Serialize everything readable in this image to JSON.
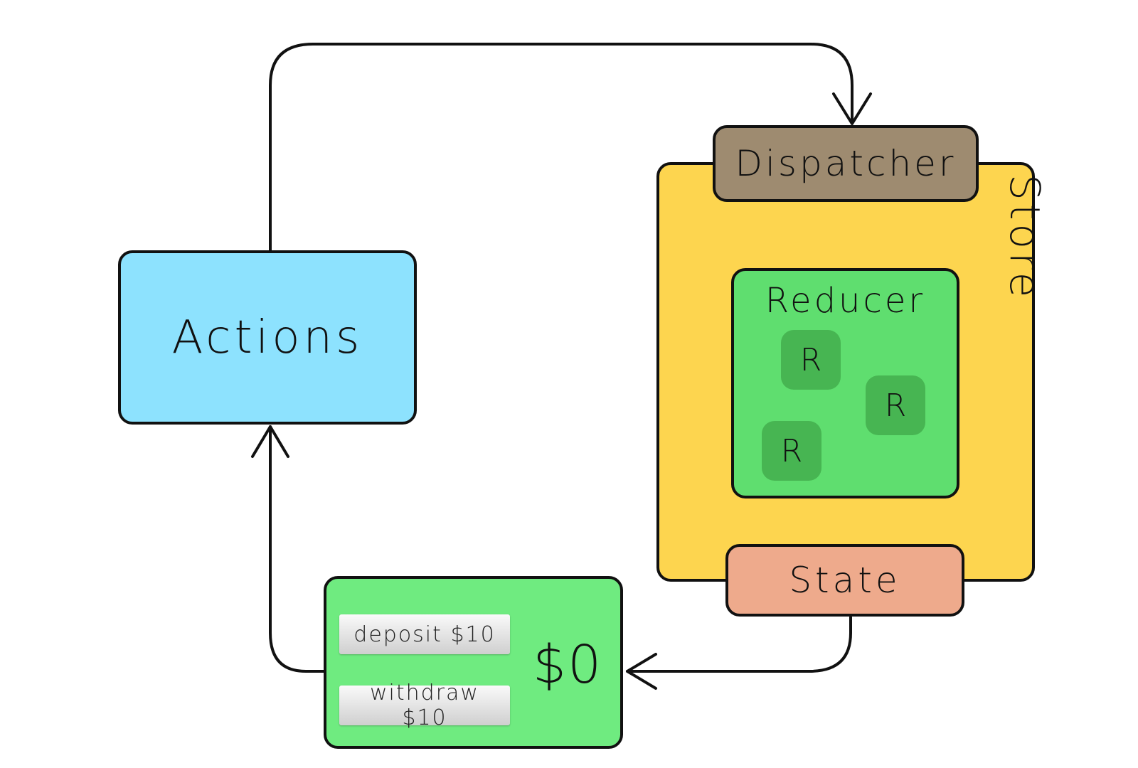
{
  "diagram": {
    "actions": {
      "label": "Actions"
    },
    "store": {
      "label": "Store"
    },
    "dispatcher": {
      "label": "Dispatcher"
    },
    "reducer": {
      "label": "Reducer",
      "chips": [
        "R",
        "R",
        "R"
      ]
    },
    "state": {
      "label": "State"
    },
    "view": {
      "deposit_label": "deposit $10",
      "withdraw_label": "withdraw $10",
      "balance": "$0"
    }
  },
  "colors": {
    "actions": "#8de2fe",
    "store": "#fdd54f",
    "dispatcher": "#9e8b70",
    "reducer": "#5fde6f",
    "reducer_chip": "#47b552",
    "state": "#eeaa8c",
    "view": "#6feb80",
    "button_top": "#fafafa",
    "button_bottom": "#cfcfcf",
    "line": "#111111"
  }
}
